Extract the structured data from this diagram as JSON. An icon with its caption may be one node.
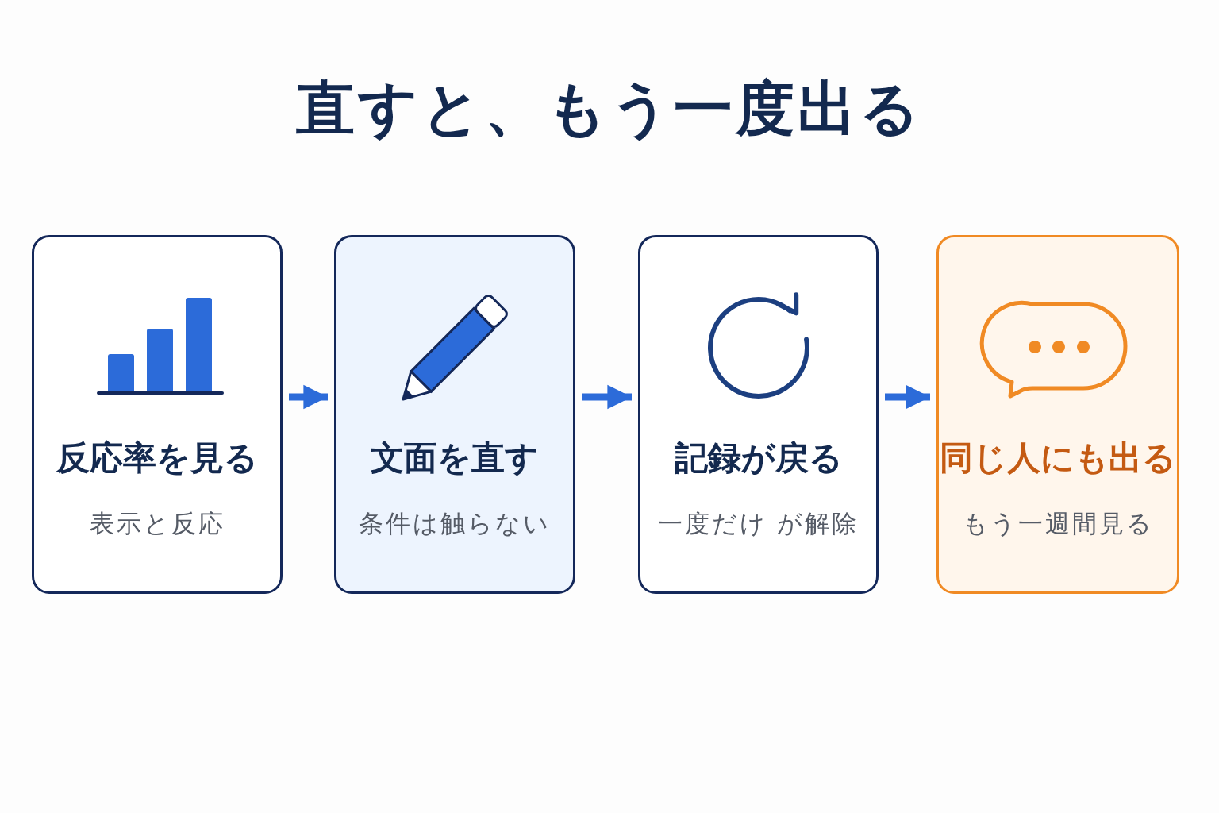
{
  "diagram": {
    "title": "直すと、もう一度出る",
    "nodes": [
      {
        "text": [
          "反応率を見る",
          "表示と反応"
        ]
      },
      {
        "text": [
          "文面を直す",
          "条件は触らない"
        ]
      },
      {
        "text": [
          "記録が戻る",
          "一度だけ が解除"
        ]
      },
      {
        "text": [
          "同じ人にも出る",
          "もう一週間見る"
        ]
      }
    ],
    "edges": [
      {
        "from": 0,
        "to": 1,
        "arrow": "to"
      },
      {
        "from": 1,
        "to": 2,
        "arrow": "to"
      },
      {
        "from": 2,
        "to": 3,
        "arrow": "to"
      }
    ]
  }
}
